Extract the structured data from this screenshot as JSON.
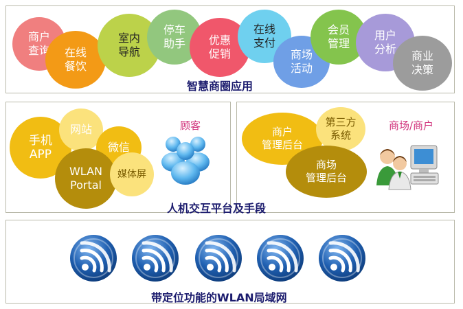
{
  "top": {
    "caption": "智慧商圈应用",
    "bubbles": [
      {
        "label": "商户\n查询",
        "color": "#f07f7f",
        "text_color": "#ffffff"
      },
      {
        "label": "在线\n餐饮",
        "color": "#f39a16",
        "text_color": "#ffffff"
      },
      {
        "label": "室内\n导航",
        "color": "#bcd24a",
        "text_color": "#222222"
      },
      {
        "label": "停车\n助手",
        "color": "#92c77e",
        "text_color": "#ffffff"
      },
      {
        "label": "优惠\n促销",
        "color": "#f0576b",
        "text_color": "#ffffff"
      },
      {
        "label": "在线\n支付",
        "color": "#6fd0ef",
        "text_color": "#222222"
      },
      {
        "label": "商场\n活动",
        "color": "#6f9fe6",
        "text_color": "#ffffff"
      },
      {
        "label": "会员\n管理",
        "color": "#84c44d",
        "text_color": "#ffffff"
      },
      {
        "label": "用户\n分析",
        "color": "#a79ad9",
        "text_color": "#ffffff"
      },
      {
        "label": "商业\n决策",
        "color": "#9c9c9c",
        "text_color": "#ffffff"
      }
    ]
  },
  "middle": {
    "caption": "人机交互平台及手段",
    "left": {
      "customer_label": "顾客",
      "bubbles": [
        {
          "label": "手机\nAPP",
          "color": "#f1bd13",
          "text_color": "#ffffff"
        },
        {
          "label": "网站",
          "color": "#fbe27c",
          "text_color": "#ffffff"
        },
        {
          "label": "微信",
          "color": "#f1bd13",
          "text_color": "#ffffff"
        },
        {
          "label": "WLAN\nPortal",
          "color": "#b48d0c",
          "text_color": "#ffffff"
        },
        {
          "label": "媒体屏",
          "color": "#fbe27c",
          "text_color": "#7a5c00"
        }
      ]
    },
    "right": {
      "merchant_label": "商场/商户",
      "bubbles": [
        {
          "label": "商户\n管理后台",
          "color": "#f1bd13",
          "text_color": "#ffffff"
        },
        {
          "label": "第三方\n系统",
          "color": "#fbe27c",
          "text_color": "#7a5c00"
        },
        {
          "label": "商场\n管理后台",
          "color": "#b48d0c",
          "text_color": "#ffffff"
        }
      ]
    }
  },
  "bottom": {
    "caption": "带定位功能的WLAN局域网",
    "access_points": [
      {
        "icon": "wifi-icon"
      },
      {
        "icon": "wifi-icon"
      },
      {
        "icon": "wifi-icon"
      },
      {
        "icon": "wifi-icon"
      },
      {
        "icon": "wifi-icon"
      }
    ],
    "icon_color": "#1f5fb0"
  }
}
